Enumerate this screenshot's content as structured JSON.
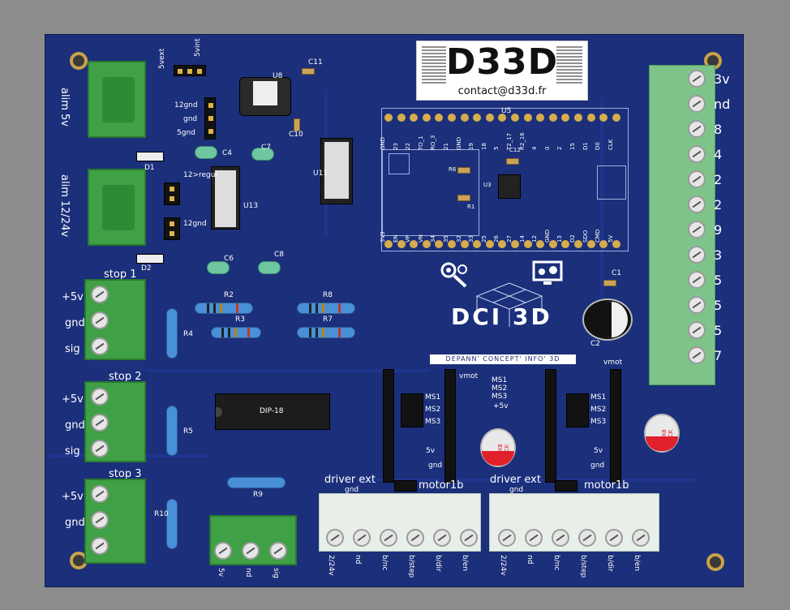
{
  "logo": {
    "brand": "D33D",
    "email": "contact@d33d.fr"
  },
  "power": {
    "jumper_top": [
      "5vext",
      "5vint"
    ],
    "alim_5v": "alim 5v",
    "alim_1224": "alim 12/24v",
    "gnd_select": [
      "12gnd",
      "gnd",
      "5gnd"
    ],
    "regu": "12>regul",
    "gnd12": "12gnd"
  },
  "refs": {
    "u8": "U8",
    "c11": "C11",
    "c10": "C10",
    "c7": "C7",
    "c4": "C4",
    "u11": "U11",
    "u13": "U13",
    "d1": "D1",
    "d2": "D2",
    "c6": "C6",
    "c8": "C8",
    "u5": "U5",
    "c12": "C12",
    "r6": "R6",
    "r1": "R1",
    "u3": "U3",
    "c1": "C1",
    "c2": "C2",
    "r2": "R2",
    "r3": "R3",
    "r8": "R8",
    "r7": "R7",
    "r4": "R4",
    "r5": "R5",
    "r9": "R9",
    "r10": "R10",
    "dip": "DIP-18"
  },
  "esp_top_pins": [
    "GND",
    "23",
    "22",
    "TO_1",
    "RO_3",
    "21",
    "GND",
    "19",
    "18",
    "5",
    "T2_17",
    "R2_16",
    "4",
    "0",
    "2",
    "15",
    "D1",
    "D0",
    "CLK"
  ],
  "esp_bottom_pins": [
    "3V3",
    "EN",
    "VP",
    "VN",
    "34",
    "35",
    "32",
    "33",
    "25",
    "26",
    "27",
    "14",
    "12",
    "GND",
    "13",
    "D2",
    "SDO",
    "CMD",
    "5V"
  ],
  "dci": {
    "title": "DCI 3D",
    "subtitle": "DEPANN' CONCEPT' INFO' 3D"
  },
  "stops": [
    {
      "title": "stop 1",
      "pins": [
        "+5v",
        "gnd",
        "sig"
      ]
    },
    {
      "title": "stop 2",
      "pins": [
        "+5v",
        "gnd",
        "sig"
      ]
    },
    {
      "title": "stop 3",
      "pins": [
        "+5v",
        "gnd"
      ]
    }
  ],
  "right_connector": [
    "3v",
    "nd",
    "8",
    "4",
    "2",
    "2",
    "9",
    "3",
    "5",
    "5",
    "5",
    "7"
  ],
  "drivers": {
    "ms_pins": [
      "MS1",
      "MS2",
      "MS3"
    ],
    "legend": [
      "MS1",
      "MS2",
      "MS3",
      "+5v"
    ],
    "vmot": "vmot",
    "v5": "5v",
    "gnd": "gnd",
    "driver_ext": "driver ext",
    "motor1b": "motor1b",
    "cap_label": "8X8\nYCK"
  },
  "bottom_terminals": {
    "left": [
      "2/24v",
      "nd",
      "b/nc",
      "b/step",
      "b/dir",
      "b/en"
    ],
    "right": [
      "2/24v",
      "nd",
      "b/nc",
      "b/step",
      "b/dir",
      "b/en"
    ],
    "small": [
      "5v",
      "nd",
      "sig"
    ]
  }
}
